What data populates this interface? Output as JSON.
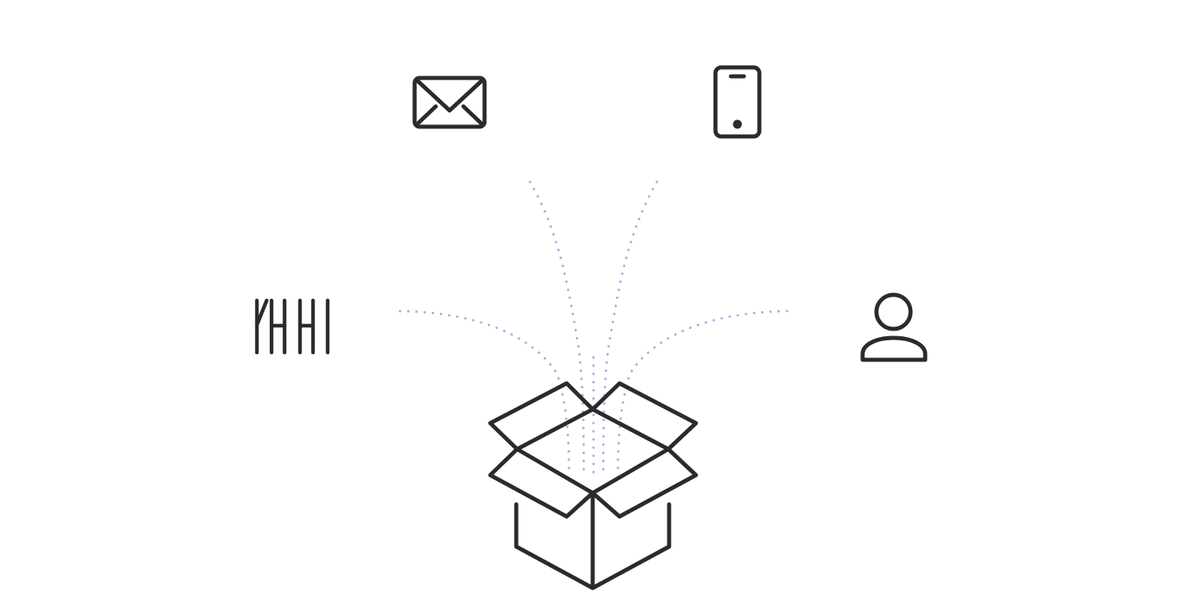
{
  "colors": {
    "icon_stroke": "#2b2b2d",
    "flow_dots": "#b3a9dc",
    "background": "#ffffff"
  },
  "icons": [
    {
      "name": "envelope-icon",
      "meaning": "email"
    },
    {
      "name": "smartphone-icon",
      "meaning": "phone"
    },
    {
      "name": "tally-marks-icon",
      "meaning": "count"
    },
    {
      "name": "user-icon",
      "meaning": "person"
    },
    {
      "name": "open-box-icon",
      "meaning": "package"
    }
  ]
}
